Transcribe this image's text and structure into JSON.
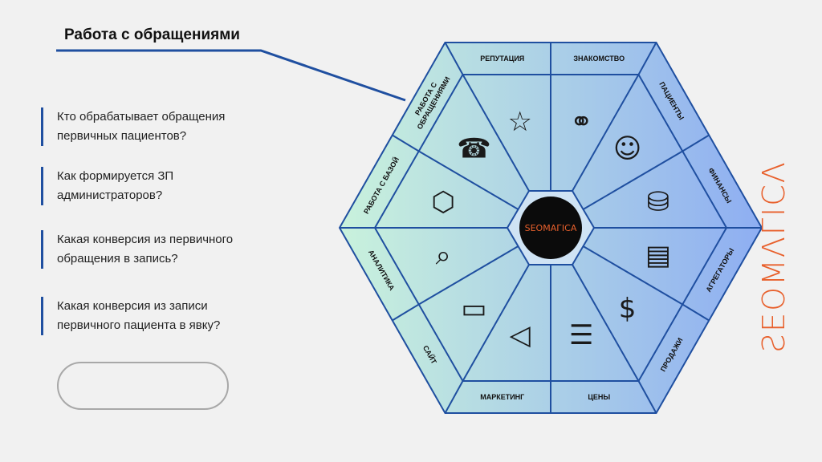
{
  "header": {
    "title": "Работа с обращениями"
  },
  "questions": [
    {
      "line1": "Кто обрабатывает  обращения",
      "line2": "первичных пациентов?"
    },
    {
      "line1": "Как формируется ЗП",
      "line2": "администраторов?"
    },
    {
      "line1": "Какая конверсия из первичного",
      "line2": "обращения в запись?"
    },
    {
      "line1": "Какая конверсия из записи",
      "line2": "первичного пациента в явку?"
    }
  ],
  "hexagon": {
    "center_logo": "SEOMAГICA",
    "segments": [
      {
        "label": "ЗНАКОМСТВО",
        "icon": "handshake-icon",
        "glyph": "⚭"
      },
      {
        "label": "ПАЦИЕНТЫ",
        "icon": "patients-icon",
        "glyph": "☺"
      },
      {
        "label": "ФИНАНСЫ",
        "icon": "coins-icon",
        "glyph": "⛁"
      },
      {
        "label": "АГРЕГАТОРЫ",
        "icon": "database-documents-icon",
        "glyph": "▤"
      },
      {
        "label": "ПРОДАЖИ",
        "icon": "sales-chart-icon",
        "glyph": "$"
      },
      {
        "label": "ЦЕНЫ",
        "icon": "price-list-icon",
        "glyph": "☰"
      },
      {
        "label": "МАРКЕТИНГ",
        "icon": "megaphone-icon",
        "glyph": "◁"
      },
      {
        "label": "САЙТ",
        "icon": "website-icon",
        "glyph": "▭"
      },
      {
        "label": "АНАЛИТИКА",
        "icon": "analytics-icon",
        "glyph": "⌕"
      },
      {
        "label": "РАБОТА С БАЗОЙ",
        "icon": "blockchain-icon",
        "glyph": "⬡"
      },
      {
        "label": "РАБОТА С|ОБРАЩЕНИЯМИ",
        "icon": "phone-icon",
        "glyph": "☎"
      },
      {
        "label": "РЕПУТАЦИЯ",
        "icon": "stars-thumbs-up-icon",
        "glyph": "☆"
      }
    ]
  },
  "brand": {
    "logo_text": "ƧEOMΛΓICΛ"
  },
  "colors": {
    "accent": "#1f4fa0",
    "brand": "#e8602c",
    "grad_left": "#c9f2dc",
    "grad_right": "#8eaef2"
  }
}
